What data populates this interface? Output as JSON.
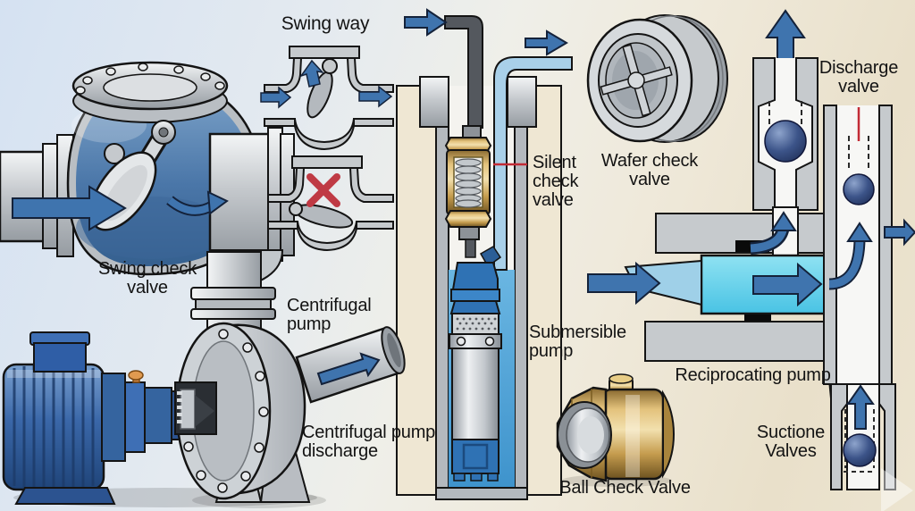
{
  "diagram": {
    "labels": {
      "swing_way": "Swing way",
      "swing_check_valve": "Swing check\nvalve",
      "centrifugal_pump": "Centrifugal\npump",
      "centrifugal_pump_discharge": "Centrifugal pump\ndischarge",
      "silent_check_valve": "Silent\ncheck\nvalve",
      "submersible_pump": "Submersible\npump",
      "wafer_check_valve": "Wafer check\nvalve",
      "discharge_valve": "Discharge\nvalve",
      "reciprocating_pump": "Reciprocating pump",
      "suctione_valves": "Suctione\nValves",
      "ball_check_valve": "Ball Check Valve"
    },
    "colors": {
      "arrow_blue": "#3f74ae",
      "valve_interior_blue": "#5d89b8",
      "metal_gray": "#c6cacd",
      "brass": "#c9a457",
      "cyan_chamber": "#62d2ea",
      "water_blue": "#4fa6da",
      "ball_navy": "#31487e",
      "motor_blue": "#2f5ea6",
      "red_accent": "#c22b35",
      "ground_cream": "#efe7d3"
    }
  }
}
